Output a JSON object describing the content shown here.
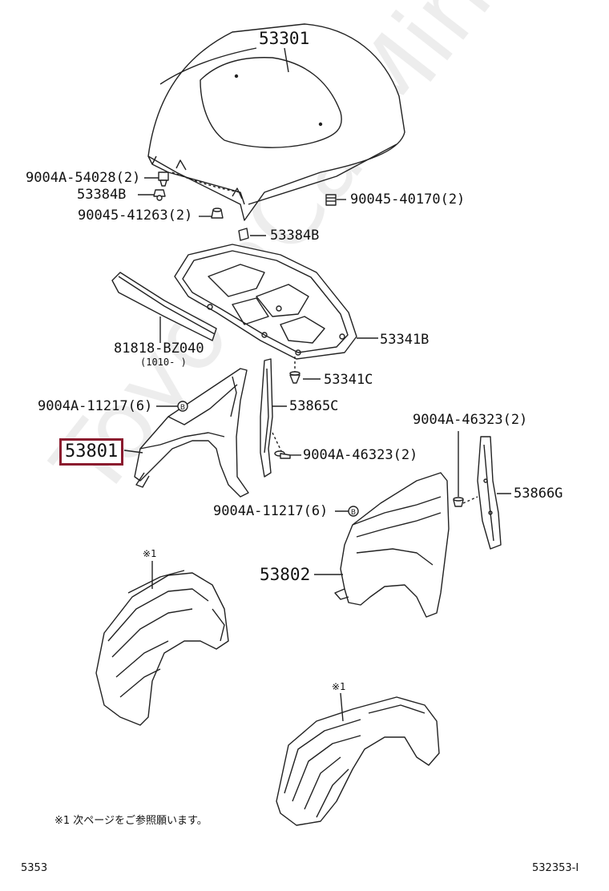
{
  "labels": {
    "hood": "53301",
    "bolt_54028": "9004A-54028(2)",
    "cushion_53384b_left": "53384B",
    "cushion_41263": "90045-41263(2)",
    "cushion_40170": "90045-40170(2)",
    "cushion_53384b_right": "53384B",
    "insulator": "53341B",
    "seal_part": "81818-BZ040",
    "seal_date": "(1010-      )",
    "clip_53341c": "53341C",
    "bolt_11217_upper": "9004A-11217(6)",
    "protector_53865c": "53865C",
    "fender_rh": "53801",
    "clip_46323_center": "9004A-46323(2)",
    "clip_46323_right": "9004A-46323(2)",
    "protector_53866g": "53866G",
    "bolt_11217_lower": "9004A-11217(6)",
    "fender_lh": "53802",
    "note_mark_1": "※1",
    "note_mark_2": "※1",
    "bolt_marker": "B"
  },
  "note": "※1 次ページをご参照願います。",
  "footer": {
    "left": "5353",
    "right": "532353-I"
  },
  "watermark": "ToyotaCarMine.ru",
  "colors": {
    "highlight": "#8b1a2e",
    "line": "#222222"
  }
}
